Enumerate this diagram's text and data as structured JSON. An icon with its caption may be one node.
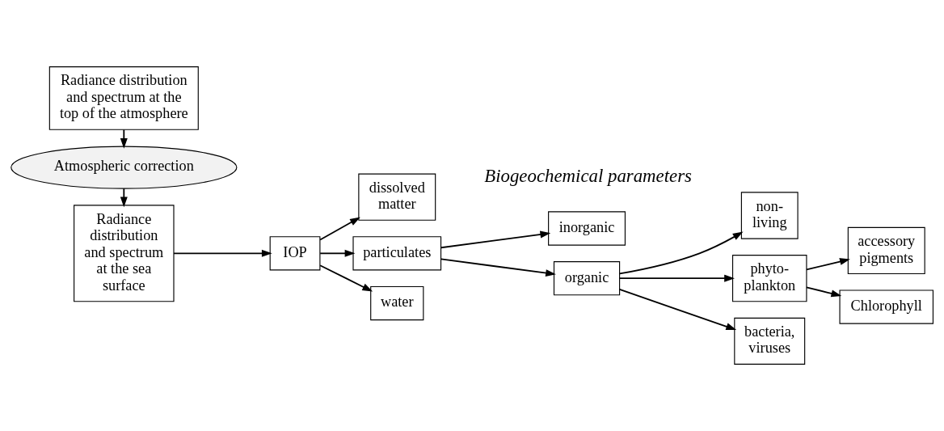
{
  "diagram": {
    "nodes": [
      {
        "text": [
          "Radiance distribution and spectrum at the top of the atmosphere"
        ]
      },
      {
        "text": [
          "Atmospheric correction"
        ]
      },
      {
        "text": [
          "Radiance distribution and spectrum at the sea surface"
        ]
      },
      {
        "text": [
          "IOP"
        ]
      },
      {
        "text": [
          "dissolved matter"
        ]
      },
      {
        "text": [
          "particulates"
        ]
      },
      {
        "text": [
          "water"
        ]
      },
      {
        "text": [
          "inorganic"
        ]
      },
      {
        "text": [
          "organic"
        ]
      },
      {
        "text": [
          "non- living"
        ]
      },
      {
        "text": [
          "phyto- plankton"
        ]
      },
      {
        "text": [
          "bacteria, viruses"
        ]
      },
      {
        "text": [
          "accessory pigments"
        ]
      },
      {
        "text": [
          "Chlorophyll"
        ]
      }
    ],
    "edges": [
      {
        "from": 0,
        "to": 1,
        "arrow": "to"
      },
      {
        "from": 1,
        "to": 2,
        "arrow": "to"
      },
      {
        "from": 2,
        "to": 3,
        "arrow": "to"
      },
      {
        "from": 3,
        "to": 4,
        "arrow": "to"
      },
      {
        "from": 3,
        "to": 5,
        "arrow": "to"
      },
      {
        "from": 3,
        "to": 6,
        "arrow": "to"
      },
      {
        "from": 5,
        "to": 7,
        "arrow": "to"
      },
      {
        "from": 5,
        "to": 8,
        "arrow": "to"
      },
      {
        "from": 8,
        "to": 9,
        "arrow": "to"
      },
      {
        "from": 8,
        "to": 10,
        "arrow": "to"
      },
      {
        "from": 8,
        "to": 11,
        "arrow": "to"
      },
      {
        "from": 10,
        "to": 12,
        "arrow": "to"
      },
      {
        "from": 10,
        "to": 13,
        "arrow": "to"
      }
    ],
    "labels": [
      "Biogeochemical parameters"
    ]
  }
}
